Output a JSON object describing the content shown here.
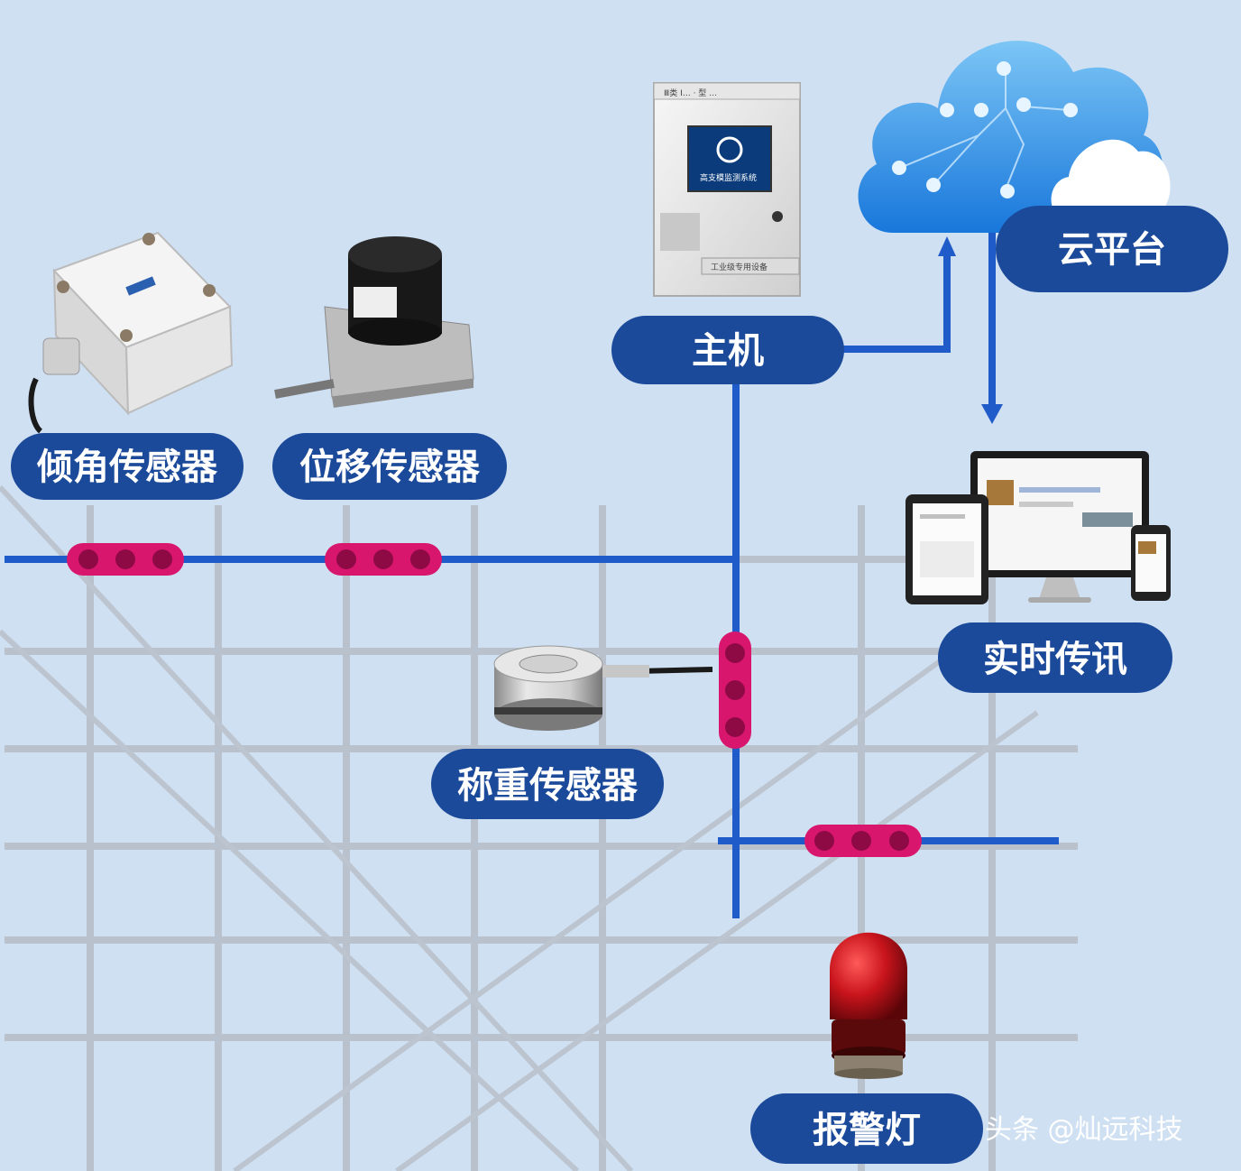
{
  "labels": {
    "tilt_sensor": "倾角传感器",
    "displacement_sensor": "位移传感器",
    "host": "主机",
    "cloud_platform": "云平台",
    "realtime_comm": "实时传讯",
    "weighing_sensor": "称重传感器",
    "alarm_light": "报警灯"
  },
  "host_device": {
    "top_text": "Ⅲ类 Ⅰ… · 型 …",
    "screen_text": "高支模监测系统",
    "bottom_text": "工业级专用设备"
  },
  "watermark": "头条 @灿远科技",
  "colors": {
    "background": "#cfe0f3",
    "label_fill": "#1c4a9a",
    "line_blue": "#1f5bc9",
    "connector_pink": "#d8166e",
    "grid_gray": "#b9c2cc",
    "alarm_red": "#b3121a"
  }
}
